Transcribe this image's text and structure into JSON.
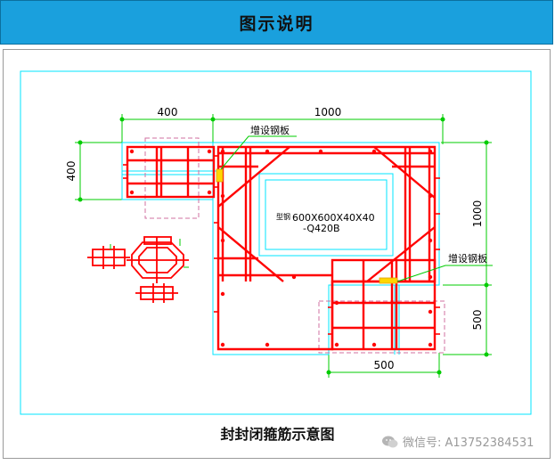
{
  "header": {
    "title": "图示说明"
  },
  "dimensions": {
    "top_left": "400",
    "top_right": "1000",
    "left_vertical": "400",
    "right_vertical_upper": "1000",
    "right_vertical_lower": "500",
    "bottom": "500"
  },
  "labels": {
    "plate_top": "增设钢板",
    "plate_right": "增设钢板",
    "steel_type": "型钢",
    "steel_spec_line1": "600X600X40X40",
    "steel_spec_line2": "-Q420B"
  },
  "caption": "封封闭箍筋示意图",
  "watermark": {
    "text": "微信号: A13752384531"
  },
  "colors": {
    "header_bg": "#1aa0dd",
    "rebar": "#ff0000",
    "outline": "#00e5ff",
    "dimension": "#00cc00",
    "leader": "#ffd700"
  }
}
